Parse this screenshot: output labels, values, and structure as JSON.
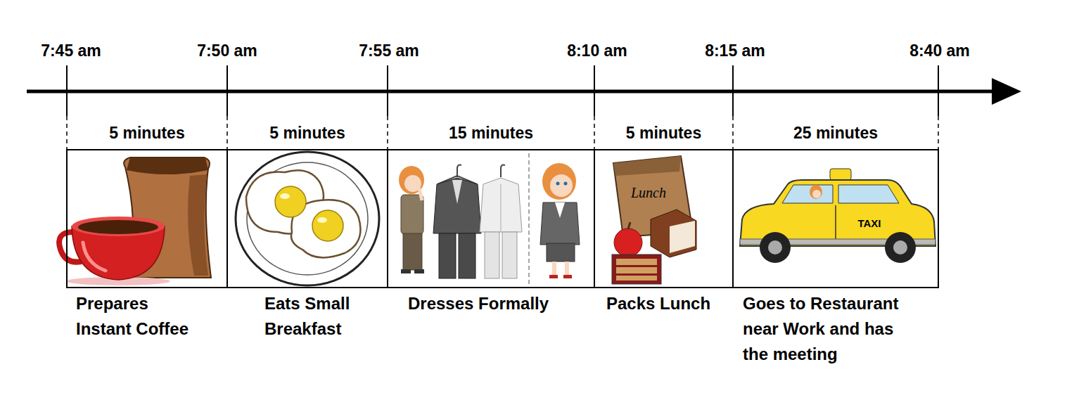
{
  "diagram": {
    "nodes": [
      {
        "text": [
          "5 minutes",
          "Prepares Instant Coffee"
        ]
      },
      {
        "text": [
          "5 minutes",
          "Eats Small Breakfast"
        ]
      },
      {
        "text": [
          "15 minutes",
          "Dresses Formally"
        ]
      },
      {
        "text": [
          "5 minutes",
          "Packs Lunch"
        ]
      },
      {
        "text": [
          "25 minutes",
          "Goes to Restaurant near Work and has the meeting"
        ]
      }
    ],
    "labels": [
      "7:45 am",
      "7:50 am",
      "7:55 am",
      "8:10 am",
      "8:15 am",
      "8:40 am",
      "Lunch",
      "TAXI"
    ]
  }
}
